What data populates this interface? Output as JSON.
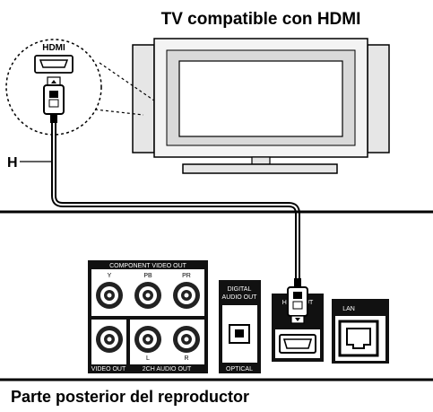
{
  "tv_title": "TV compatible con HDMI",
  "cable_label": "H",
  "hdmi_callout_label": "HDMI",
  "footer_caption": "Parte posterior del reproductor",
  "panel": {
    "component_header": "COMPONENT VIDEO OUT",
    "component_y": "Y",
    "component_pb": "PB",
    "component_pr": "PR",
    "video_out": "VIDEO OUT",
    "audio_2ch": "2CH AUDIO OUT",
    "audio_l": "L",
    "audio_r": "R",
    "digital_audio_line1": "DIGITAL",
    "digital_audio_line2": "AUDIO OUT",
    "optical": "OPTICAL",
    "hdmi_out": "HDMI OUT",
    "lan": "LAN"
  }
}
